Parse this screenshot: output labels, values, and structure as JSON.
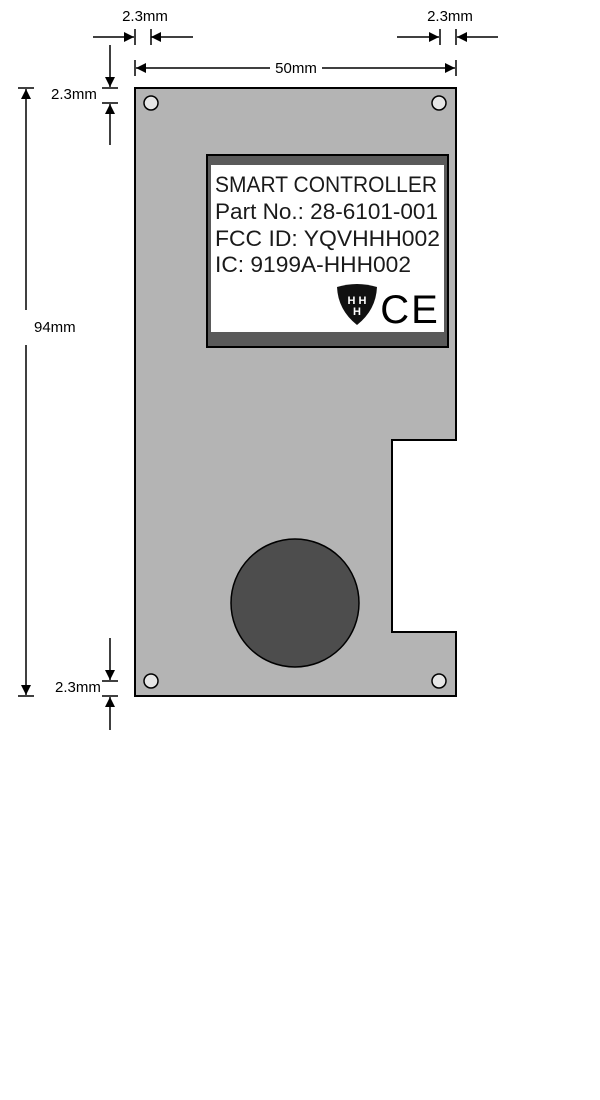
{
  "dimensions": {
    "left_margin": "2.3mm",
    "right_margin": "2.3mm",
    "width": "50mm",
    "height": "94mm",
    "top_margin": "2.3mm",
    "bottom_margin": "2.3mm"
  },
  "label": {
    "lines": [
      "SMART CONTROLLER",
      "Part No.: 28-6101-001",
      "FCC ID: YQVHHH002",
      "IC: 9199A-HHH002"
    ],
    "logo_text": "HHH",
    "ce_mark": "CE"
  },
  "colors": {
    "board": "#b4b4b4",
    "label_frame": "#5a5a5a",
    "label_bg": "#ffffff",
    "button": "#4d4d4d",
    "hole": "#e6e6e6"
  }
}
